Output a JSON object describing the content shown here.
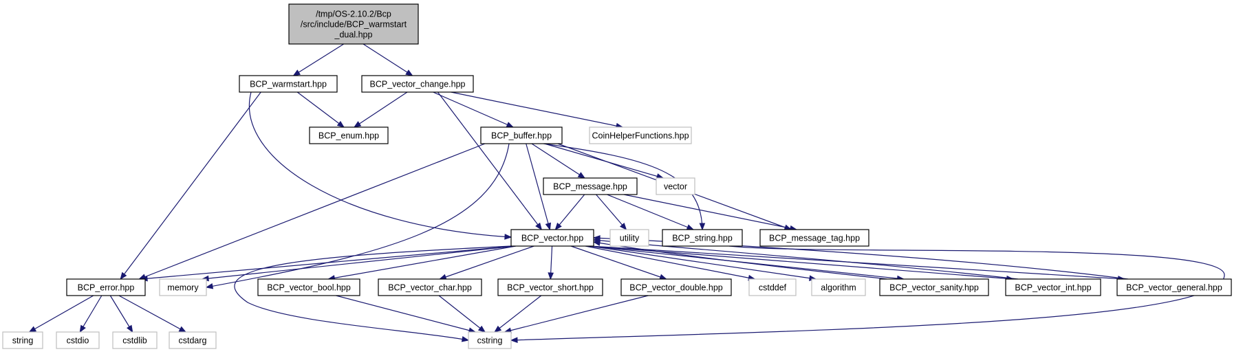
{
  "diagram": {
    "type": "include-dependency-graph",
    "colors": {
      "edge": "#191970",
      "main_fill": "#bfbfbf",
      "node_border": "#000000",
      "external_border": "#bfbfbf",
      "background": "#ffffff"
    },
    "nodes": [
      {
        "id": "main",
        "kind": "main",
        "lines": [
          "/tmp/OS-2.10.2/Bcp",
          "/src/include/BCP_warmstart",
          "_dual.hpp"
        ]
      },
      {
        "id": "warmstart",
        "kind": "internal",
        "lines": [
          "BCP_warmstart.hpp"
        ]
      },
      {
        "id": "vector_change",
        "kind": "internal",
        "lines": [
          "BCP_vector_change.hpp"
        ]
      },
      {
        "id": "enum",
        "kind": "internal",
        "lines": [
          "BCP_enum.hpp"
        ]
      },
      {
        "id": "buffer",
        "kind": "internal",
        "lines": [
          "BCP_buffer.hpp"
        ]
      },
      {
        "id": "coinhelper",
        "kind": "external",
        "lines": [
          "CoinHelperFunctions.hpp"
        ]
      },
      {
        "id": "message",
        "kind": "internal",
        "lines": [
          "BCP_message.hpp"
        ]
      },
      {
        "id": "vector_std",
        "kind": "external",
        "lines": [
          "vector"
        ]
      },
      {
        "id": "bcp_vector",
        "kind": "internal",
        "lines": [
          "BCP_vector.hpp"
        ]
      },
      {
        "id": "utility",
        "kind": "external",
        "lines": [
          "utility"
        ]
      },
      {
        "id": "bcp_string",
        "kind": "internal",
        "lines": [
          "BCP_string.hpp"
        ]
      },
      {
        "id": "message_tag",
        "kind": "internal",
        "lines": [
          "BCP_message_tag.hpp"
        ]
      },
      {
        "id": "error",
        "kind": "internal",
        "lines": [
          "BCP_error.hpp"
        ]
      },
      {
        "id": "memory",
        "kind": "external",
        "lines": [
          "memory"
        ]
      },
      {
        "id": "vector_bool",
        "kind": "internal",
        "lines": [
          "BCP_vector_bool.hpp"
        ]
      },
      {
        "id": "vector_char",
        "kind": "internal",
        "lines": [
          "BCP_vector_char.hpp"
        ]
      },
      {
        "id": "vector_short",
        "kind": "internal",
        "lines": [
          "BCP_vector_short.hpp"
        ]
      },
      {
        "id": "vector_double",
        "kind": "internal",
        "lines": [
          "BCP_vector_double.hpp"
        ]
      },
      {
        "id": "cstddef",
        "kind": "external",
        "lines": [
          "cstddef"
        ]
      },
      {
        "id": "algorithm",
        "kind": "external",
        "lines": [
          "algorithm"
        ]
      },
      {
        "id": "vector_sanity",
        "kind": "internal",
        "lines": [
          "BCP_vector_sanity.hpp"
        ]
      },
      {
        "id": "vector_int",
        "kind": "internal",
        "lines": [
          "BCP_vector_int.hpp"
        ]
      },
      {
        "id": "vector_general",
        "kind": "internal",
        "lines": [
          "BCP_vector_general.hpp"
        ]
      },
      {
        "id": "string",
        "kind": "external",
        "lines": [
          "string"
        ]
      },
      {
        "id": "cstdio",
        "kind": "external",
        "lines": [
          "cstdio"
        ]
      },
      {
        "id": "cstdlib",
        "kind": "external",
        "lines": [
          "cstdlib"
        ]
      },
      {
        "id": "cstdarg",
        "kind": "external",
        "lines": [
          "cstdarg"
        ]
      },
      {
        "id": "cstring",
        "kind": "external",
        "lines": [
          "cstring"
        ]
      }
    ],
    "edges": [
      {
        "from": "main",
        "to": "warmstart"
      },
      {
        "from": "main",
        "to": "vector_change"
      },
      {
        "from": "warmstart",
        "to": "enum"
      },
      {
        "from": "warmstart",
        "to": "error"
      },
      {
        "from": "warmstart",
        "to": "bcp_vector"
      },
      {
        "from": "vector_change",
        "to": "enum"
      },
      {
        "from": "vector_change",
        "to": "buffer"
      },
      {
        "from": "vector_change",
        "to": "coinhelper"
      },
      {
        "from": "vector_change",
        "to": "bcp_vector"
      },
      {
        "from": "buffer",
        "to": "message"
      },
      {
        "from": "buffer",
        "to": "vector_std"
      },
      {
        "from": "buffer",
        "to": "bcp_string"
      },
      {
        "from": "buffer",
        "to": "message_tag"
      },
      {
        "from": "buffer",
        "to": "bcp_vector"
      },
      {
        "from": "buffer",
        "to": "error"
      },
      {
        "from": "buffer",
        "to": "memory"
      },
      {
        "from": "message",
        "to": "bcp_vector"
      },
      {
        "from": "message",
        "to": "utility"
      },
      {
        "from": "message",
        "to": "bcp_string"
      },
      {
        "from": "message",
        "to": "message_tag"
      },
      {
        "from": "bcp_string",
        "to": "cstring"
      },
      {
        "from": "bcp_vector",
        "to": "error"
      },
      {
        "from": "bcp_vector",
        "to": "memory"
      },
      {
        "from": "bcp_vector",
        "to": "vector_bool"
      },
      {
        "from": "bcp_vector",
        "to": "vector_char"
      },
      {
        "from": "bcp_vector",
        "to": "vector_short"
      },
      {
        "from": "bcp_vector",
        "to": "vector_double"
      },
      {
        "from": "bcp_vector",
        "to": "cstddef"
      },
      {
        "from": "bcp_vector",
        "to": "algorithm"
      },
      {
        "from": "bcp_vector",
        "to": "vector_sanity"
      },
      {
        "from": "bcp_vector",
        "to": "vector_int"
      },
      {
        "from": "bcp_vector",
        "to": "vector_general"
      },
      {
        "from": "bcp_vector",
        "to": "cstring"
      },
      {
        "from": "vector_sanity",
        "to": "bcp_vector"
      },
      {
        "from": "vector_int",
        "to": "bcp_vector"
      },
      {
        "from": "vector_general",
        "to": "bcp_vector"
      },
      {
        "from": "vector_bool",
        "to": "cstring"
      },
      {
        "from": "vector_char",
        "to": "cstring"
      },
      {
        "from": "vector_short",
        "to": "cstring"
      },
      {
        "from": "vector_double",
        "to": "cstring"
      },
      {
        "from": "error",
        "to": "string"
      },
      {
        "from": "error",
        "to": "cstdio"
      },
      {
        "from": "error",
        "to": "cstdlib"
      },
      {
        "from": "error",
        "to": "cstdarg"
      }
    ]
  }
}
